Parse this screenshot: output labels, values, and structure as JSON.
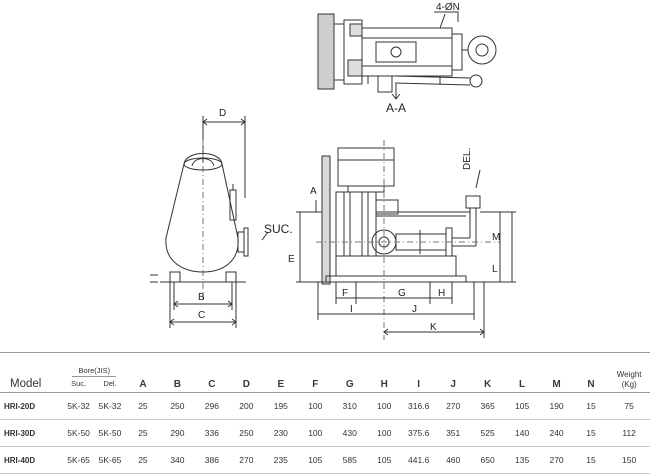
{
  "drawing": {
    "labels": {
      "holes": "4-ØN",
      "section": "A-A",
      "del": "DEL.",
      "suc": "SUC.",
      "d": "D",
      "b": "B",
      "c": "C",
      "a": "A",
      "e": "E",
      "f": "F",
      "g": "G",
      "h": "H",
      "i": "I",
      "j": "J",
      "k": "K",
      "l": "L",
      "m": "M"
    }
  },
  "table": {
    "model_header": "Model",
    "bore_header": "Bore(JIS)",
    "suc_header": "Suc.",
    "del_header": "Del.",
    "weight_header_1": "Weight",
    "weight_header_2": "(Kg)",
    "columns": [
      "A",
      "B",
      "C",
      "D",
      "E",
      "F",
      "G",
      "H",
      "I",
      "J",
      "K",
      "L",
      "M",
      "N"
    ],
    "rows": [
      {
        "model": "HRI-20D",
        "suc": "5K-32",
        "del": "5K-32",
        "values": [
          "25",
          "250",
          "296",
          "200",
          "195",
          "100",
          "310",
          "100",
          "316.6",
          "270",
          "365",
          "105",
          "190",
          "15"
        ],
        "weight": "75"
      },
      {
        "model": "HRI-30D",
        "suc": "5K-50",
        "del": "5K-50",
        "values": [
          "25",
          "290",
          "336",
          "250",
          "230",
          "100",
          "430",
          "100",
          "375.6",
          "351",
          "525",
          "140",
          "240",
          "15"
        ],
        "weight": "112"
      },
      {
        "model": "HRI-40D",
        "suc": "5K-65",
        "del": "5K-65",
        "values": [
          "25",
          "340",
          "386",
          "270",
          "235",
          "105",
          "585",
          "105",
          "441.6",
          "460",
          "650",
          "135",
          "270",
          "15"
        ],
        "weight": "150"
      }
    ]
  }
}
